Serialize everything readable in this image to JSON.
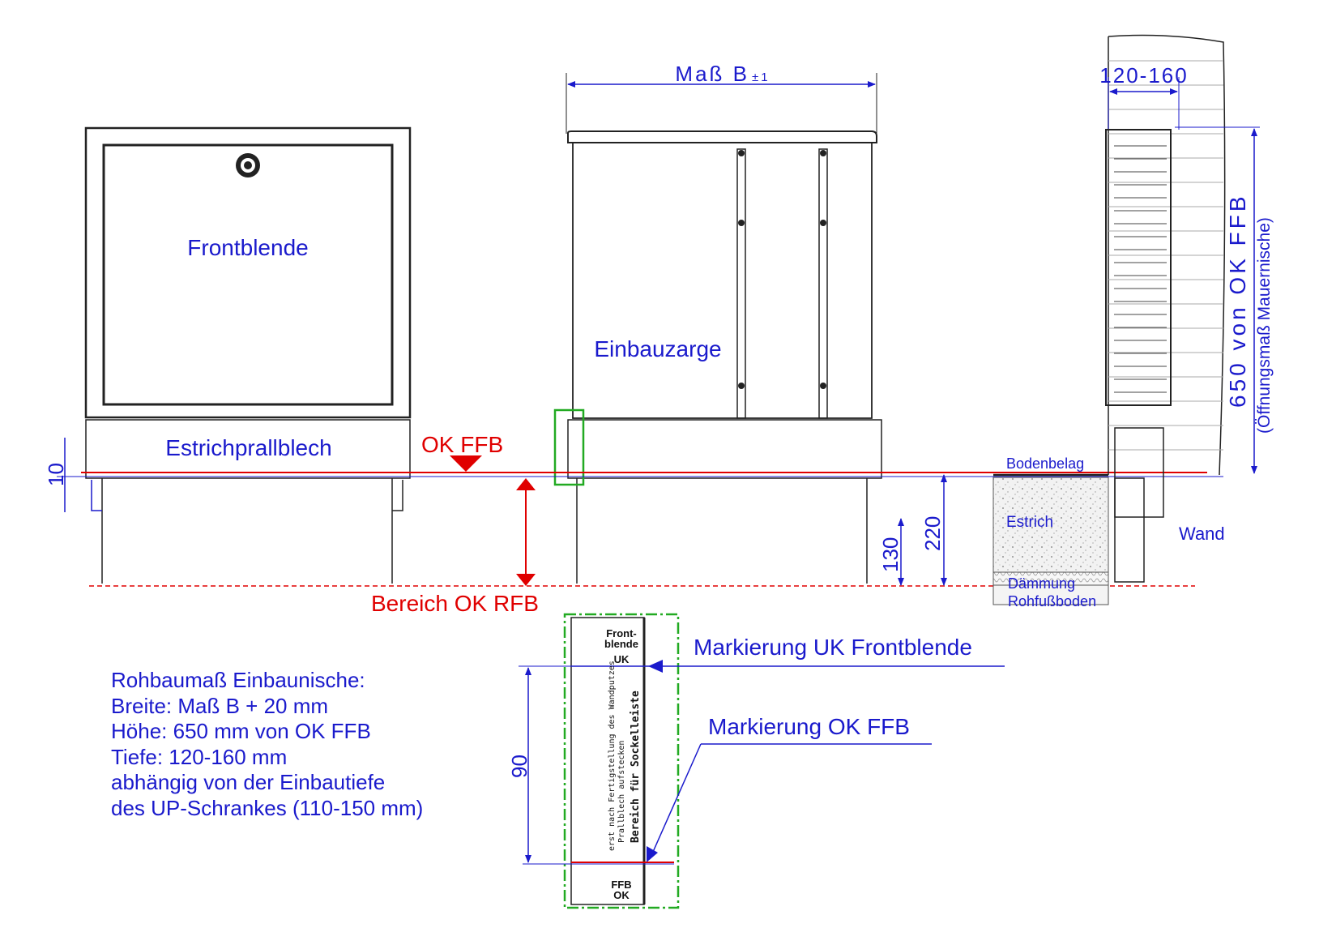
{
  "front_view": {
    "panel_label": "Frontblende",
    "apron_label": "Estrichprallblech"
  },
  "frame_view": {
    "width_dim": "Maß B",
    "width_tol": "±1",
    "frame_label": "Einbauzarge"
  },
  "levels": {
    "finished_floor": "OK FFB",
    "raw_floor_range": "Bereich OK RFB"
  },
  "dimensions": {
    "apron_offset": "10",
    "dim_130": "130",
    "dim_220": "220",
    "dim_90": "90",
    "depth": "120-160",
    "height": "650 von OK FFB",
    "height_note": "(Öffnungsmaß Mauernische)"
  },
  "section": {
    "floor_covering": "Bodenbelag",
    "screed": "Estrich",
    "insulation": "Dämmung",
    "raw_floor": "Rohfußboden",
    "wall": "Wand"
  },
  "detail": {
    "mark_top_line1": "Front-",
    "mark_top_line2": "blende",
    "mark_uk": "UK",
    "vertical_note1": "erst nach Fertigstellung des Wandputzes",
    "vertical_note2": "Prallblech aufstecken",
    "vertical_note3": "Bereich für Sockelleiste",
    "mark_bottom_line1": "FFB",
    "mark_bottom_line2": "OK",
    "callout_uk": "Markierung UK Frontblende",
    "callout_ffb": "Markierung OK FFB"
  },
  "notes": [
    "Rohbaumaß Einbaunische:",
    "Breite: Maß B + 20 mm",
    "Höhe: 650 mm von OK FFB",
    "Tiefe: 120-160 mm",
    "abhängig von der Einbautiefe",
    "des UP-Schrankes (110-150 mm)"
  ],
  "colors": {
    "annotation": "#1a1acc",
    "level": "#e00000",
    "detail_frame": "#22aa22",
    "linework": "#222222"
  }
}
